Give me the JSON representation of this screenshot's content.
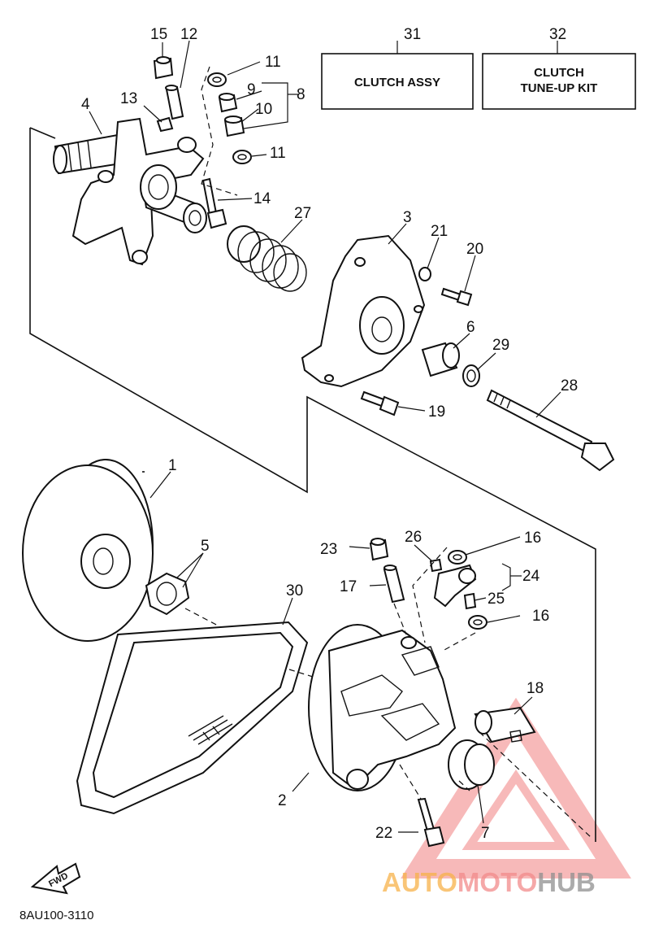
{
  "assemblies": [
    {
      "number": "31",
      "title": "CLUTCH ASSY"
    },
    {
      "number": "32",
      "title": "CLUTCH\nTUNE-UP KIT"
    }
  ],
  "callouts": {
    "n1": "1",
    "n2": "2",
    "n3": "3",
    "n4": "4",
    "n5": "5",
    "n6": "6",
    "n7": "7",
    "n8": "8",
    "n9": "9",
    "n10": "10",
    "n11a": "11",
    "n11b": "11",
    "n12": "12",
    "n13": "13",
    "n14": "14",
    "n15": "15",
    "n16a": "16",
    "n16b": "16",
    "n17": "17",
    "n18": "18",
    "n19": "19",
    "n20": "20",
    "n21": "21",
    "n22": "22",
    "n23": "23",
    "n24": "24",
    "n25": "25",
    "n26": "26",
    "n27": "27",
    "n28": "28",
    "n29": "29",
    "n30": "30"
  },
  "direction_label": "FWD",
  "figure_code": "8AU100-3110",
  "watermark": {
    "part1": "AUTO",
    "part2": "MOTO",
    "part3": "HUB"
  },
  "colors": {
    "line": "#111111",
    "watermark_red": "#f28b8b",
    "watermark_orange": "#f7b24a",
    "watermark_gray": "#8f8f8f"
  }
}
